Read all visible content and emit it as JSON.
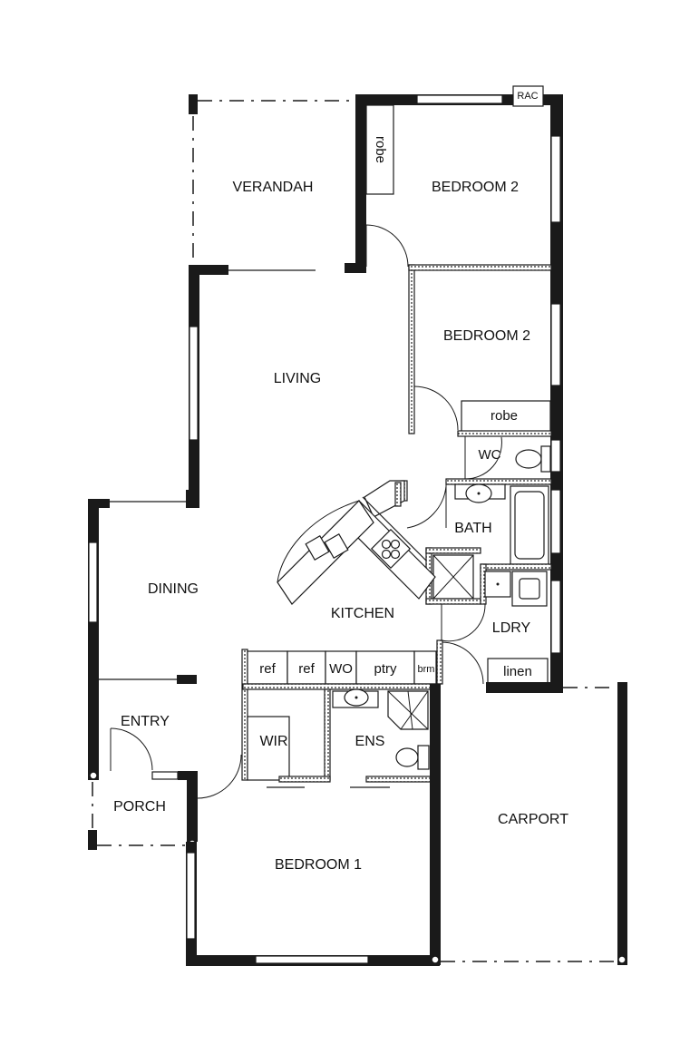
{
  "plan": {
    "rooms": {
      "verandah": "VERANDAH",
      "bedroom2_top": "BEDROOM 2",
      "bedroom2_mid": "BEDROOM 2",
      "living": "LIVING",
      "dining": "DINING",
      "kitchen": "KITCHEN",
      "bath": "BATH",
      "wc": "WC",
      "laundry": "LDRY",
      "entry": "ENTRY",
      "porch": "PORCH",
      "wir": "WIR",
      "ensuite": "ENS",
      "bedroom1": "BEDROOM 1",
      "carport": "CARPORT"
    },
    "fixtures": {
      "rac": "RAC",
      "robe_top": "robe",
      "robe_mid": "robe",
      "ref1": "ref",
      "ref2": "ref",
      "wall_oven": "WO",
      "pantry": "ptry",
      "broom": "brm",
      "linen": "linen"
    },
    "colors": {
      "wall": "#1a1a1a",
      "background": "#ffffff"
    }
  }
}
